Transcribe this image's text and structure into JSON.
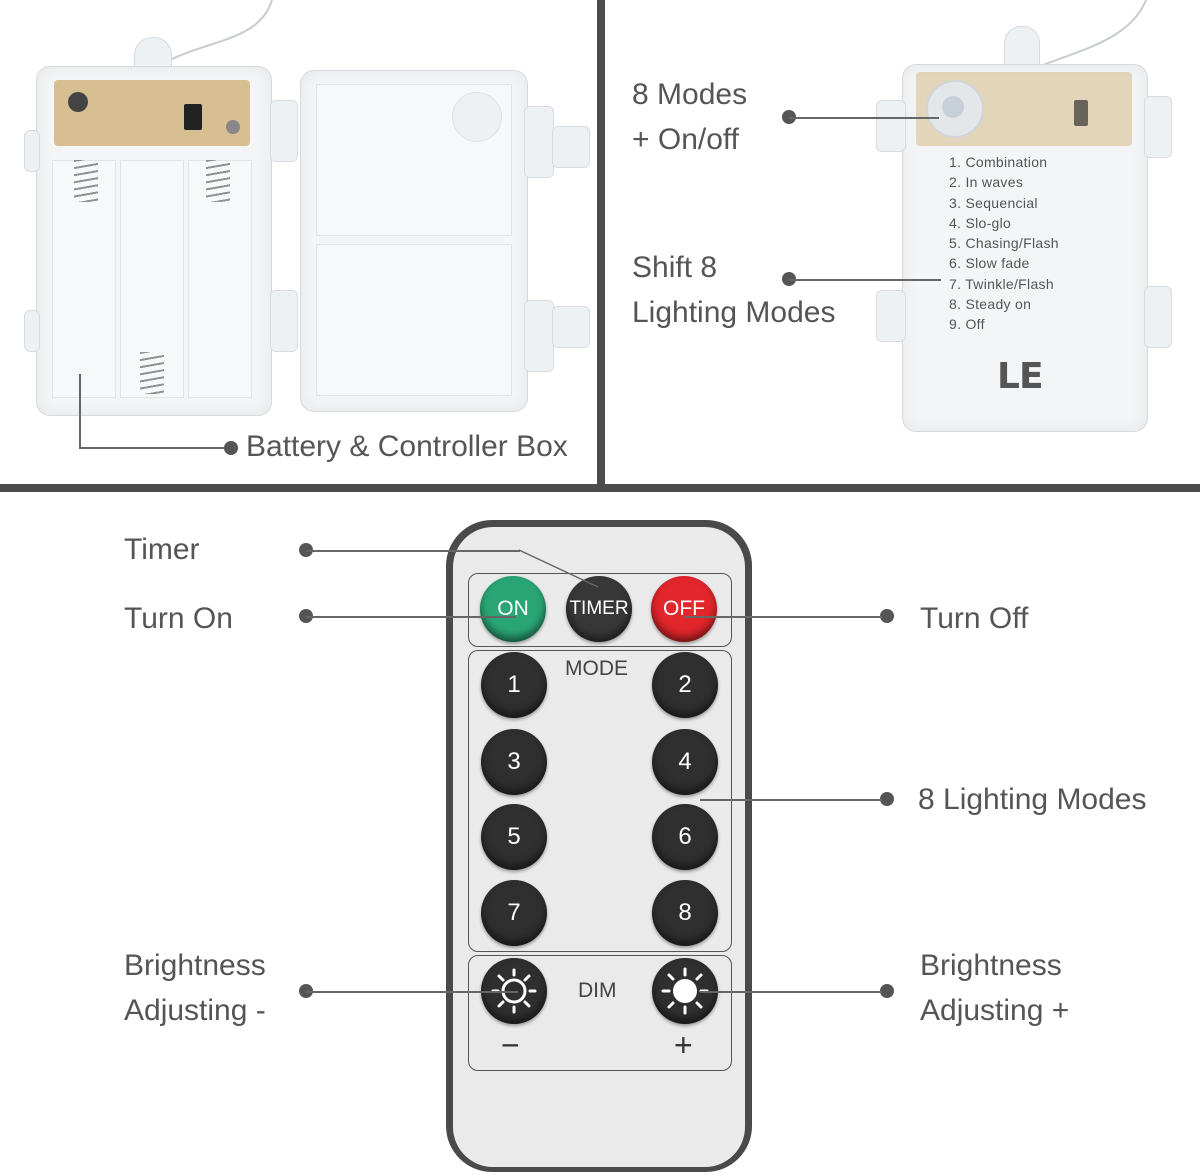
{
  "battery_box": {
    "label": "Battery & Controller Box"
  },
  "controller": {
    "callout_modes_line1": "8 Modes",
    "callout_modes_line2": "+ On/off",
    "callout_shift_line1": "Shift 8",
    "callout_shift_line2": "Lighting Modes",
    "mode_list": [
      "1. Combination",
      "2. In waves",
      "3. Sequencial",
      "4. Slo-glo",
      "5. Chasing/Flash",
      "6. Slow fade",
      "7. Twinkle/Flash",
      "8. Steady on",
      "9. Off"
    ],
    "brand": "LE"
  },
  "remote": {
    "callout_timer": "Timer",
    "callout_turn_on": "Turn On",
    "callout_turn_off": "Turn Off",
    "callout_modes": "8 Lighting Modes",
    "callout_bright_minus_line1": "Brightness",
    "callout_bright_minus_line2": "Adjusting -",
    "callout_bright_plus_line1": "Brightness",
    "callout_bright_plus_line2": "Adjusting +",
    "on_label": "ON",
    "timer_label": "TIMER",
    "off_label": "OFF",
    "mode_title": "MODE",
    "mode_buttons": [
      "1",
      "2",
      "3",
      "4",
      "5",
      "6",
      "7",
      "8"
    ],
    "dim_title": "DIM",
    "minus_sign": "−",
    "plus_sign": "+"
  },
  "colors": {
    "on_button": "#2aa676",
    "off_button": "#e2262b",
    "remote_body": "#4a4a4a"
  }
}
